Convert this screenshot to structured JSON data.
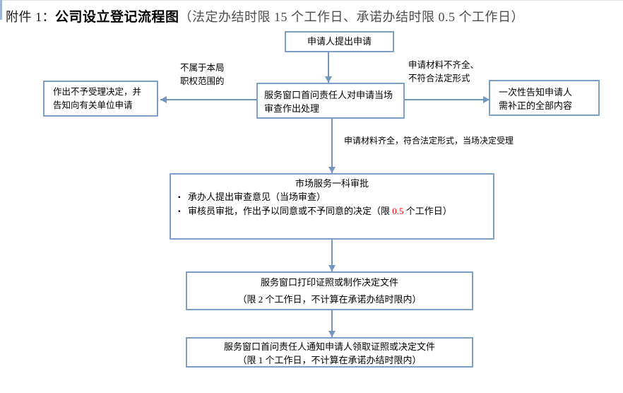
{
  "colors": {
    "box_border": "#7da0c6",
    "arrow": "#7296bc",
    "highlight_red": "#ff0000",
    "title_paren_gray": "#4d4d4d",
    "text": "#000000"
  },
  "title": {
    "prefix": "附件 1：",
    "main": "公司设立登记流程图",
    "paren": "（法定办结时限 15 个工作日、承诺办结时限 0.5 个工作日）"
  },
  "nodes": {
    "apply": {
      "text": "申请人提出申请"
    },
    "reject": {
      "lines": [
        "作出不予受理决定，并",
        "告知向有关单位申请"
      ]
    },
    "window_review": {
      "lines": [
        "服务窗口首问责任人对申请当场",
        "审查作出处理"
      ]
    },
    "notify_correction": {
      "lines": [
        "一次性告知申请人",
        "需补正的全部内容"
      ]
    },
    "approval": {
      "heading": "市场服务一科审批",
      "bullet_glyph": "▪",
      "bullet1": "承办人提出审查意见（当场审查）",
      "bullet2_pre": "审核员审批，作出予以同意或不予同意的决定（限 ",
      "bullet2_red": "0.5",
      "bullet2_post": " 个工作日）"
    },
    "print": {
      "lines": [
        "服务窗口打印证照或制作决定文件",
        "（限 2 个工作日，不计算在承诺办结时限内）"
      ]
    },
    "pickup": {
      "lines": [
        "服务窗口首问责任人通知申请人领取证照或决定文件",
        "（限 1 个工作日，不计算在承诺办结时限内）"
      ]
    }
  },
  "labels": {
    "out_of_scope_line1": "不属于本局",
    "out_of_scope_line2": "职权范围的",
    "incomplete_line1": "申请材料不齐全、",
    "incomplete_line2": "不符合法定形式",
    "accepted": "申请材料齐全，符合法定形式，当场决定受理"
  }
}
